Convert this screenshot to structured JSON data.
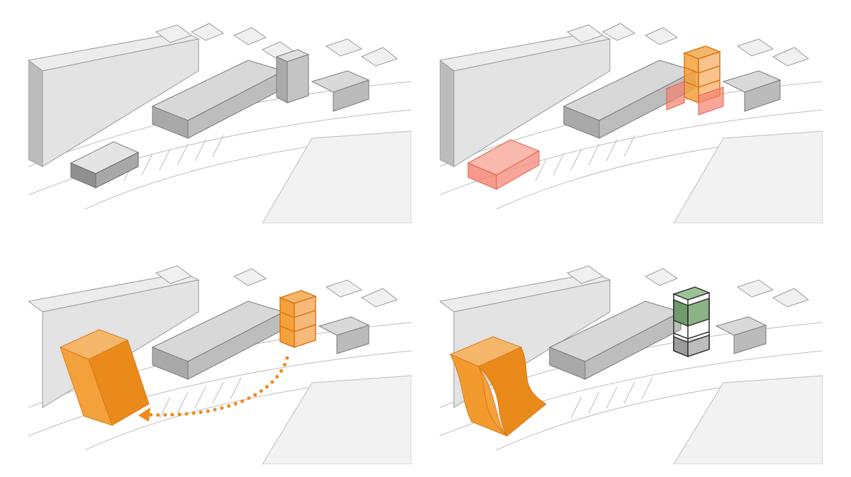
{
  "colors": {
    "background": "#ffffff",
    "ground_line": "#b9b9b9",
    "building_top": "#eaeaea",
    "building_side": "#c9c9c9",
    "building_dark": "#9a9a9a",
    "demolition_red": "#f4826e",
    "structure_orange": "#f4a13c",
    "structure_orange_dark": "#e98a1a",
    "frame_black": "#333333",
    "roof_green": "#6e9c6b"
  },
  "panels": [
    {
      "id": "existing-site",
      "stage": 1,
      "highlight": "none"
    },
    {
      "id": "demolition",
      "stage": 2,
      "highlight": "red"
    },
    {
      "id": "relocation",
      "stage": 3,
      "highlight": "orange",
      "arrow": "dotted"
    },
    {
      "id": "final-scheme",
      "stage": 4,
      "highlight": "frame-and-sculpted-tower"
    }
  ]
}
